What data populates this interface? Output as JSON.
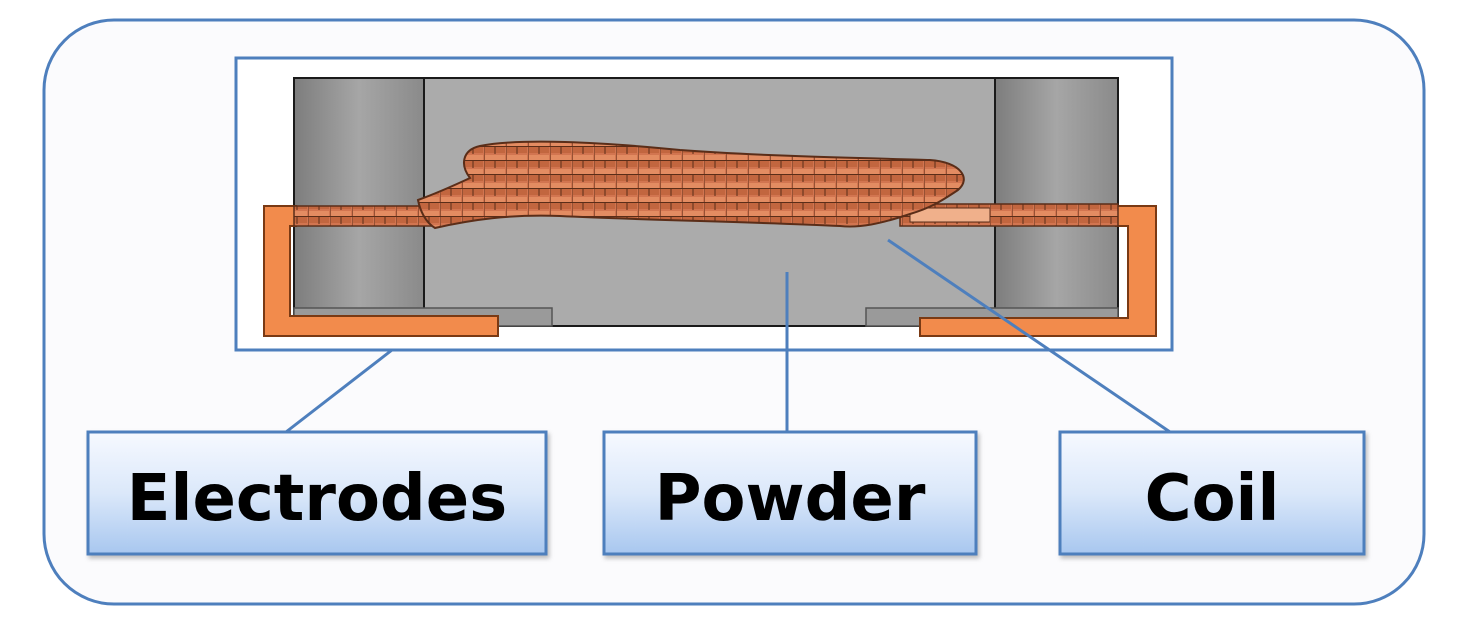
{
  "title": "Inductor structure",
  "labels": {
    "electrodes": "Electrodes",
    "powder": "Powder",
    "coil": "Coil"
  },
  "colors": {
    "frame": "#4e7fbd",
    "background": "#fbfbfd",
    "body_gray": "#a9a9a9",
    "side_gray": "#8c8c8c",
    "copper": "#d9784a",
    "electrode_orange": "#f28b4c",
    "label_fill_top": "#f4f8fe",
    "label_fill_bottom": "#a9c8f0"
  }
}
